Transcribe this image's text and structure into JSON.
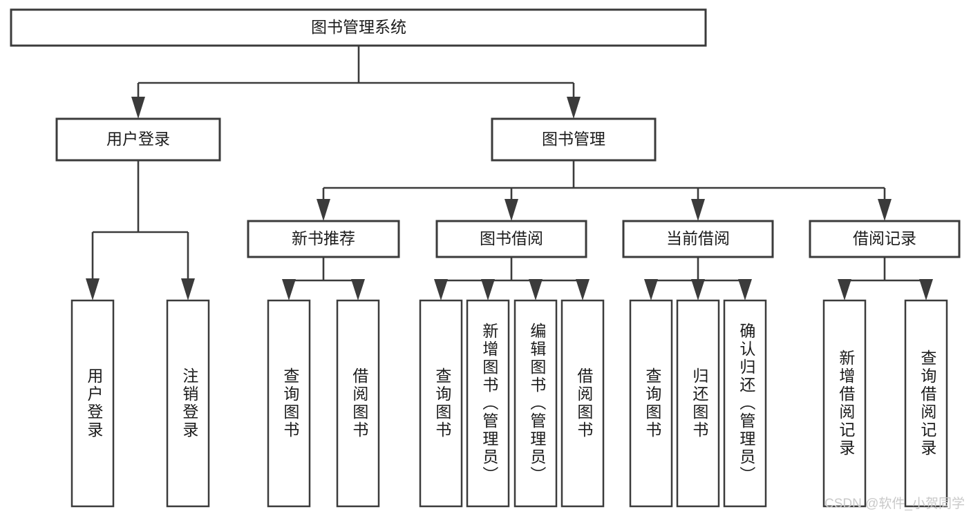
{
  "diagram": {
    "title_node": {
      "label": "图书管理系统"
    },
    "level2": [
      {
        "label": "用户登录"
      },
      {
        "label": "图书管理"
      }
    ],
    "level3": [
      {
        "label": "新书推荐"
      },
      {
        "label": "图书借阅"
      },
      {
        "label": "当前借阅"
      },
      {
        "label": "借阅记录"
      }
    ],
    "leaves": {
      "user_login": [
        {
          "label": "用户登录"
        },
        {
          "label": "注销登录"
        }
      ],
      "new_book_recommend": [
        {
          "label": "查询图书"
        },
        {
          "label": "借阅图书"
        }
      ],
      "book_borrow": [
        {
          "label": "查询图书"
        },
        {
          "label": "新增图书（管理员）"
        },
        {
          "label": "编辑图书（管理员）"
        },
        {
          "label": "借阅图书"
        }
      ],
      "current_borrow": [
        {
          "label": "查询图书"
        },
        {
          "label": "归还图书"
        },
        {
          "label": "确认归还（管理员）"
        }
      ],
      "borrow_records": [
        {
          "label": "新增借阅记录"
        },
        {
          "label": "查询借阅记录"
        }
      ]
    }
  },
  "watermark": {
    "text": "CSDN @软件_小贺同学"
  },
  "colors": {
    "stroke": "#3b3b3b",
    "text": "#1b1b1b",
    "background": "#ffffff",
    "watermark": "#c9c9c9"
  }
}
